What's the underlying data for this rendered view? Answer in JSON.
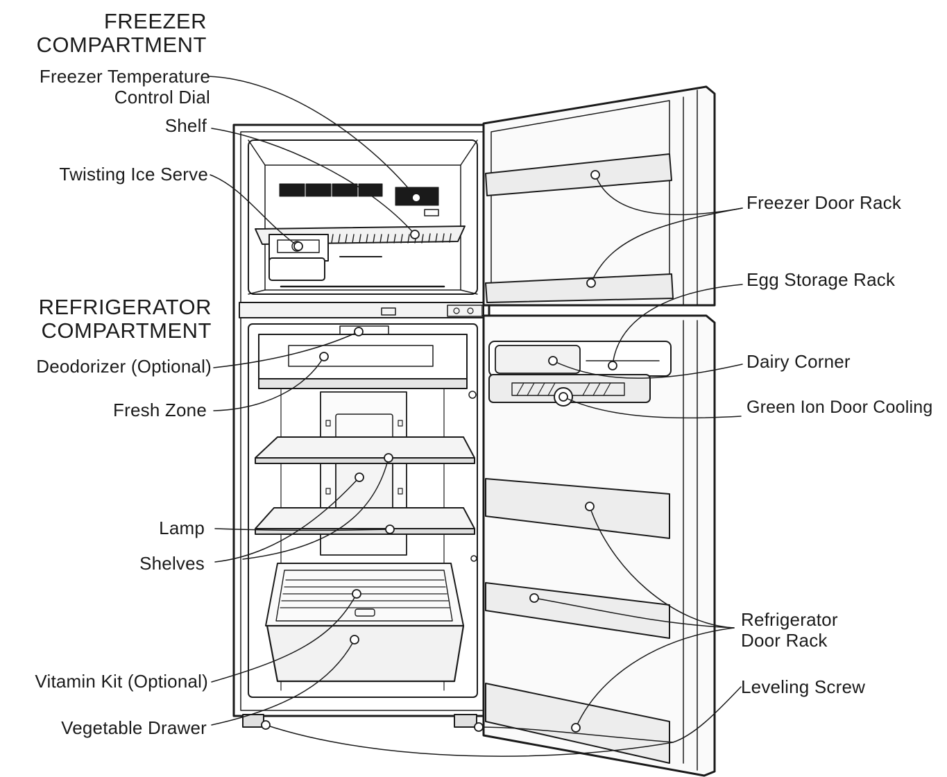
{
  "headings": {
    "freezer": [
      "FREEZER",
      "COMPARTMENT"
    ],
    "refrigerator": [
      "REFRIGERATOR",
      "COMPARTMENT"
    ]
  },
  "labels": {
    "freezer_temp_dial": [
      "Freezer Temperature",
      "Control Dial"
    ],
    "shelf": "Shelf",
    "twisting_ice_serve": "Twisting Ice Serve",
    "deodorizer": "Deodorizer (Optional)",
    "fresh_zone": "Fresh Zone",
    "lamp": "Lamp",
    "shelves": "Shelves",
    "vitamin_kit": "Vitamin Kit (Optional)",
    "vegetable_drawer": "Vegetable Drawer",
    "freezer_door_rack": "Freezer Door Rack",
    "egg_storage_rack": "Egg Storage Rack",
    "dairy_corner": "Dairy Corner",
    "green_ion_door_cooling": "Green Ion Door Cooling",
    "refrigerator_door_rack": [
      "Refrigerator",
      "Door Rack"
    ],
    "leveling_screw": "Leveling Screw"
  }
}
